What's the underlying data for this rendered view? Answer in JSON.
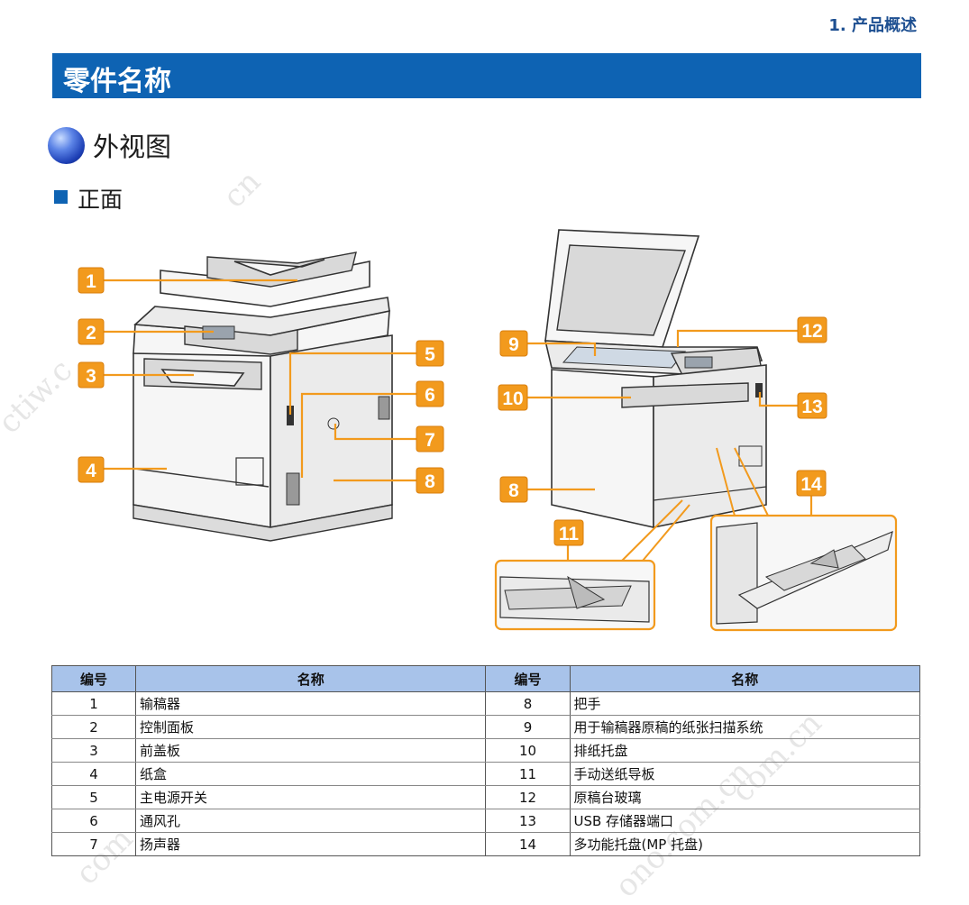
{
  "header": {
    "chapter": "1. 产品概述"
  },
  "banner": {
    "title": "零件名称"
  },
  "section": {
    "title": "外视图"
  },
  "subsection": {
    "title": "正面"
  },
  "watermarks": [
    "cn",
    "ctiw.c",
    "com",
    "com.cn",
    "ono.com.cn"
  ],
  "figure": {
    "callouts": [
      "1",
      "2",
      "3",
      "4",
      "5",
      "6",
      "7",
      "8",
      "9",
      "10",
      "11",
      "12",
      "13",
      "14",
      "8"
    ]
  },
  "table": {
    "headers": [
      "编号",
      "名称",
      "编号",
      "名称"
    ],
    "rows": [
      {
        "n1": "1",
        "name1": "输稿器",
        "n2": "8",
        "name2": "把手"
      },
      {
        "n1": "2",
        "name1": "控制面板",
        "n2": "9",
        "name2": "用于输稿器原稿的纸张扫描系统"
      },
      {
        "n1": "3",
        "name1": "前盖板",
        "n2": "10",
        "name2": "排纸托盘"
      },
      {
        "n1": "4",
        "name1": "纸盒",
        "n2": "11",
        "name2": "手动送纸导板"
      },
      {
        "n1": "5",
        "name1": "主电源开关",
        "n2": "12",
        "name2": "原稿台玻璃"
      },
      {
        "n1": "6",
        "name1": "通风孔",
        "n2": "13",
        "name2": "USB 存储器端口"
      },
      {
        "n1": "7",
        "name1": "扬声器",
        "n2": "14",
        "name2": "多功能托盘(MP 托盘)"
      }
    ]
  },
  "colors": {
    "banner": "#0e63b3",
    "callout": "#f29a1d",
    "table_header": "#a8c3ea"
  }
}
